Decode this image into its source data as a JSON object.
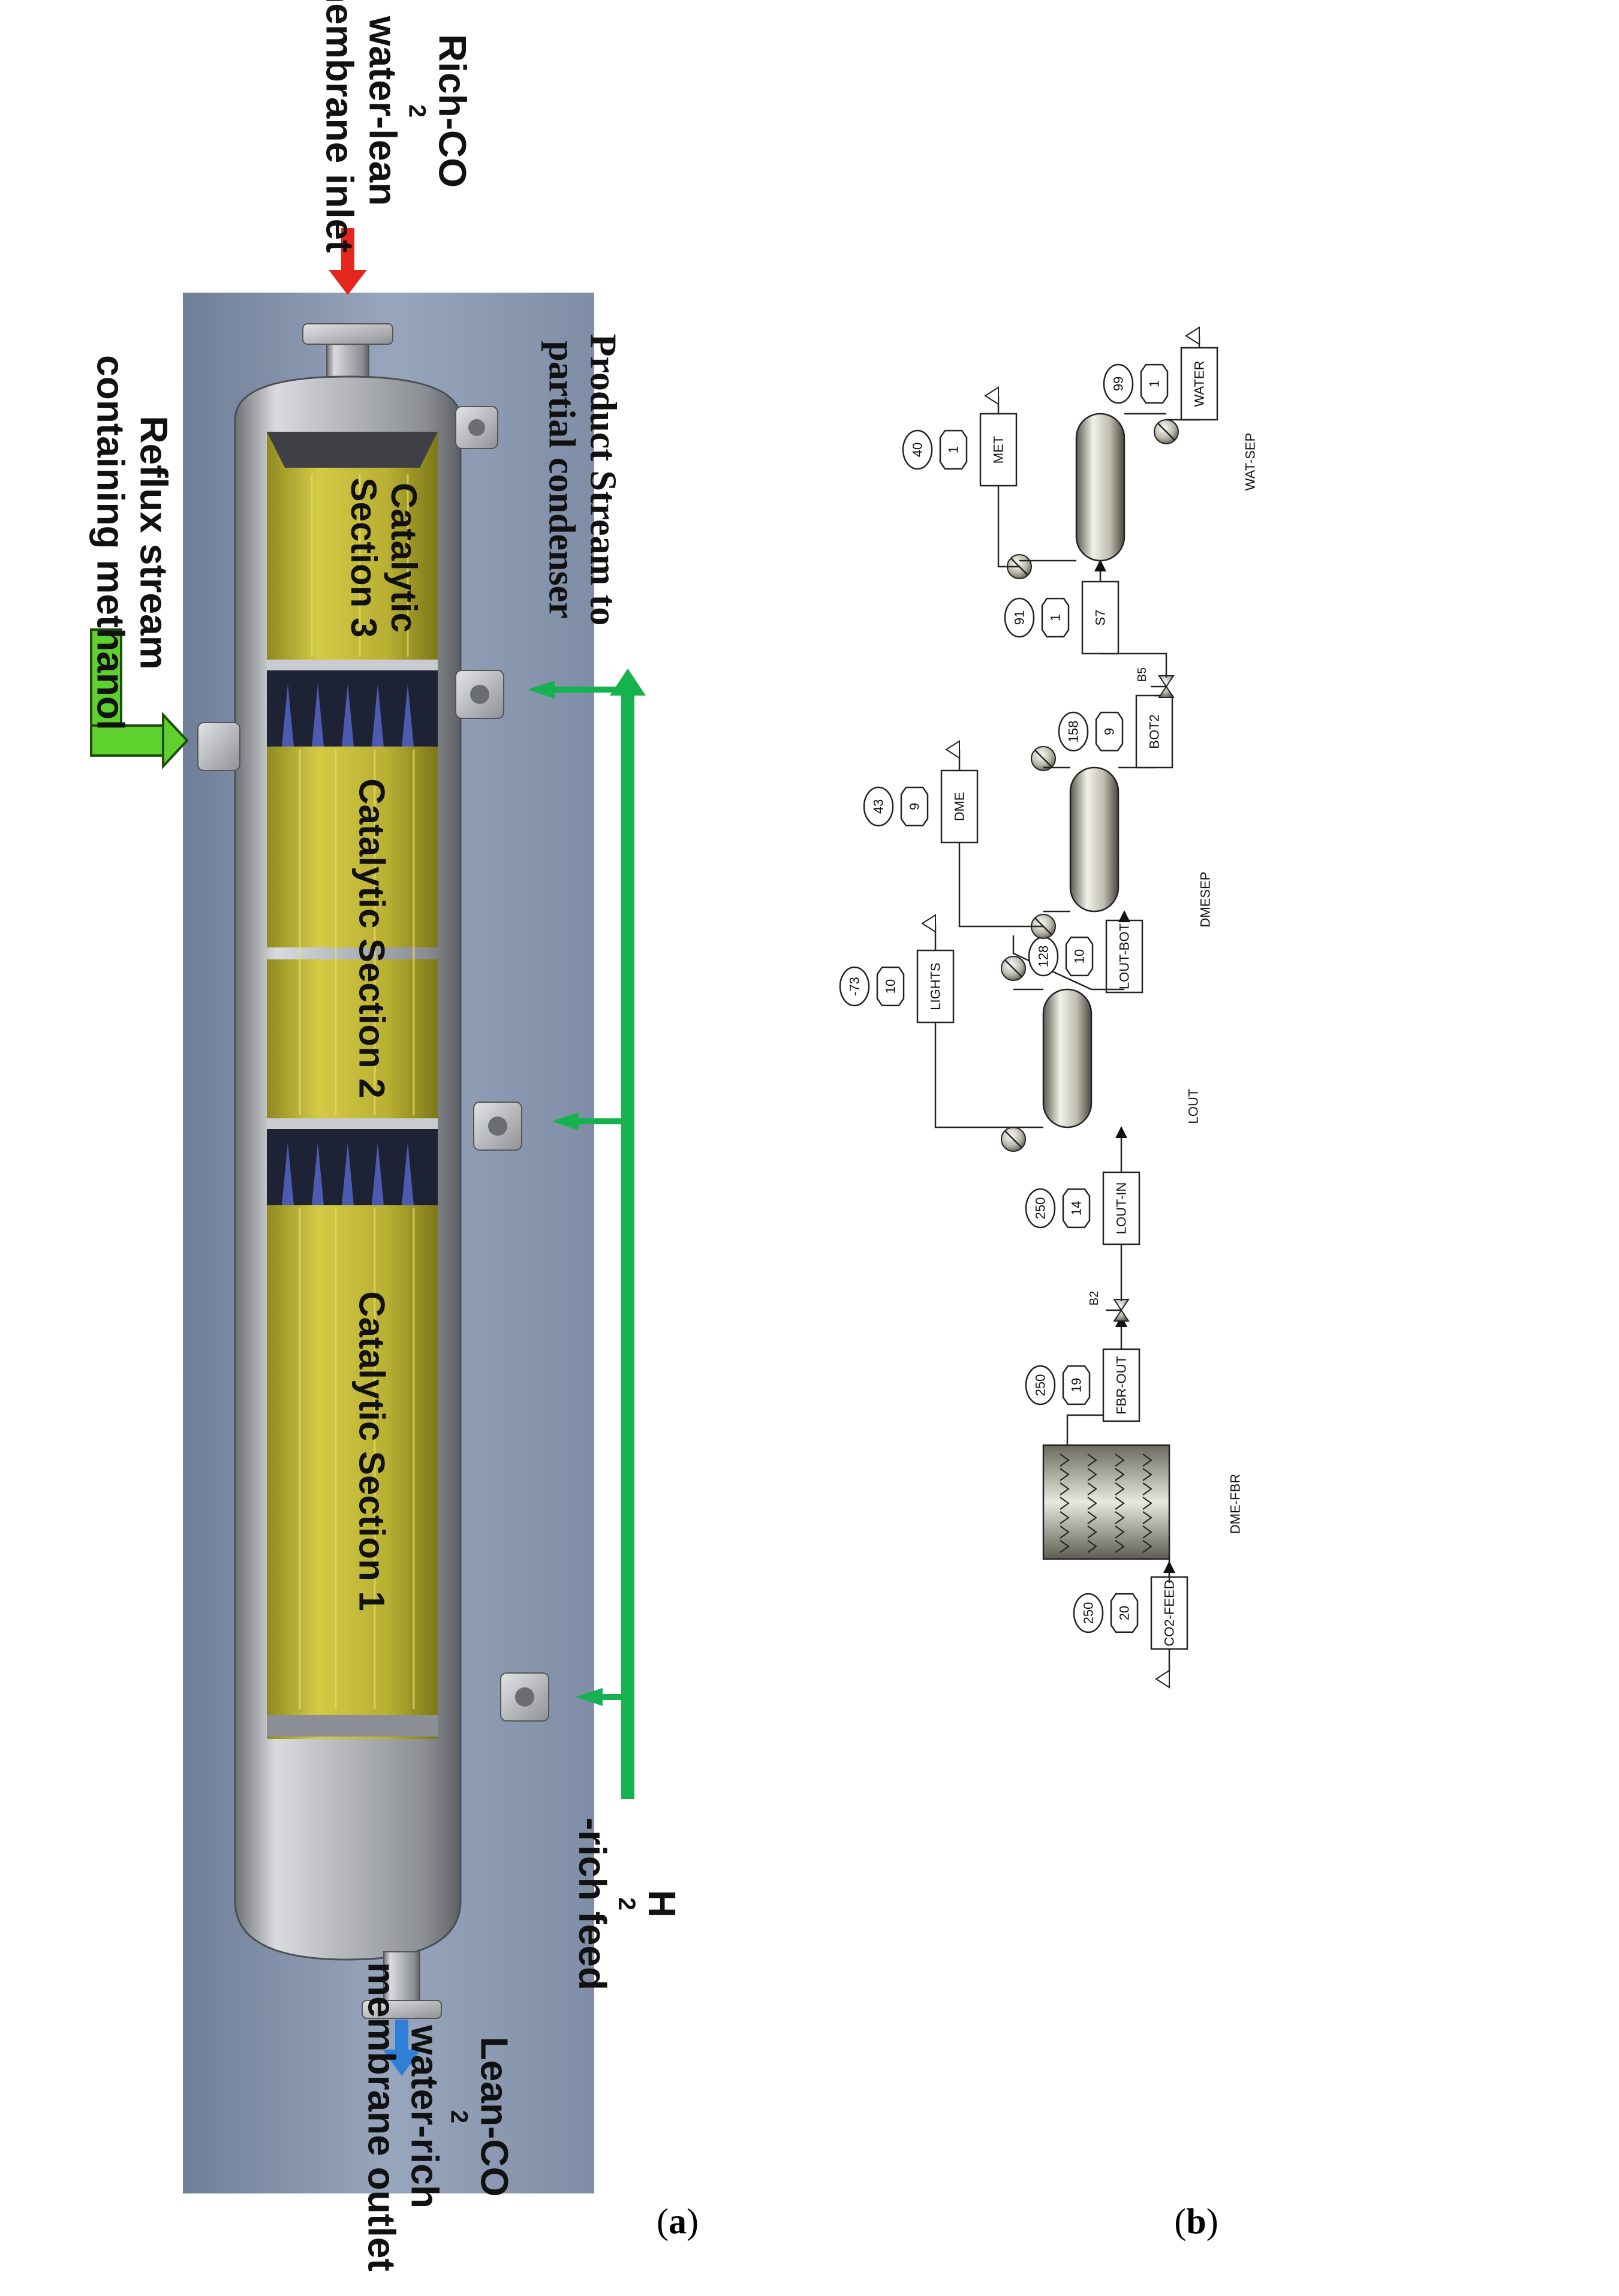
{
  "panel_a": {
    "inlet_label": [
      "Rich-CO",
      "2",
      "water-lean",
      "membrane inlet"
    ],
    "reflux_label": [
      "Reflux stream",
      "containing methanol"
    ],
    "product_label": [
      "Product Stream to",
      "partial condenser"
    ],
    "outlet_label": [
      "Lean-CO",
      "2",
      "water-rich",
      "membrane outlet"
    ],
    "feed_label": [
      "H",
      "2",
      "-rich feed"
    ],
    "section3_label": [
      "Catalytic",
      "Section 3"
    ],
    "section2_label": "Catalytic Section 2",
    "section1_label": "Catalytic Section 1",
    "colors": {
      "background": "#8e9db5",
      "catalyst": "#c9c03a",
      "shell": "#b7b9bc",
      "feed_arrow": "#16b250",
      "inlet_arrow": "#e5261f",
      "outlet_arrow": "#2f7fd6",
      "reflux_arrow": "#5fd12f"
    }
  },
  "panel_b": {
    "streams": {
      "co2_feed": {
        "name": "CO2-FEED",
        "temp": "250",
        "pressure": "20"
      },
      "fbr_out": {
        "name": "FBR-OUT",
        "temp": "250",
        "pressure": "19"
      },
      "lout_in": {
        "name": "LOUT-IN",
        "temp": "250",
        "pressure": "14"
      },
      "lights": {
        "name": "LIGHTS",
        "temp": "-73",
        "pressure": "10"
      },
      "lout_bot": {
        "name": "LOUT-BOT",
        "temp": "128",
        "pressure": "10"
      },
      "dme": {
        "name": "DME",
        "temp": "43",
        "pressure": "9"
      },
      "bot2": {
        "name": "BOT2",
        "temp": "158",
        "pressure": "9"
      },
      "s7": {
        "name": "S7",
        "temp": "91",
        "pressure": "1"
      },
      "met": {
        "name": "MET",
        "temp": "40",
        "pressure": "1"
      },
      "water": {
        "name": "WATER",
        "temp": "99",
        "pressure": "1"
      }
    },
    "blocks": {
      "reactor": "DME-FBR",
      "valve1": "B2",
      "column1": "LOUT",
      "column2": "DMESEP",
      "valve2": "B5",
      "column3": "WAT-SEP"
    }
  },
  "captions": {
    "a": [
      "(",
      "a",
      ")"
    ],
    "b": [
      "(",
      "b",
      ")"
    ]
  }
}
